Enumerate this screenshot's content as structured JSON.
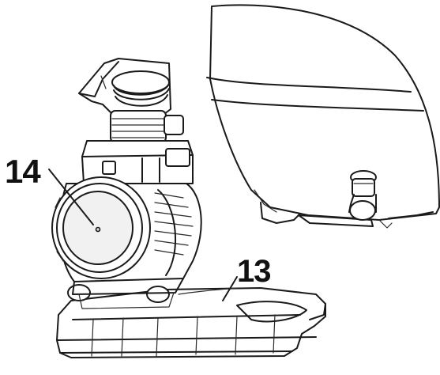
{
  "diagram": {
    "callouts": [
      {
        "id": "14",
        "text": "14"
      },
      {
        "id": "13",
        "text": "13"
      }
    ]
  },
  "colors": {
    "line": "#1a1a1a",
    "background": "#ffffff"
  }
}
